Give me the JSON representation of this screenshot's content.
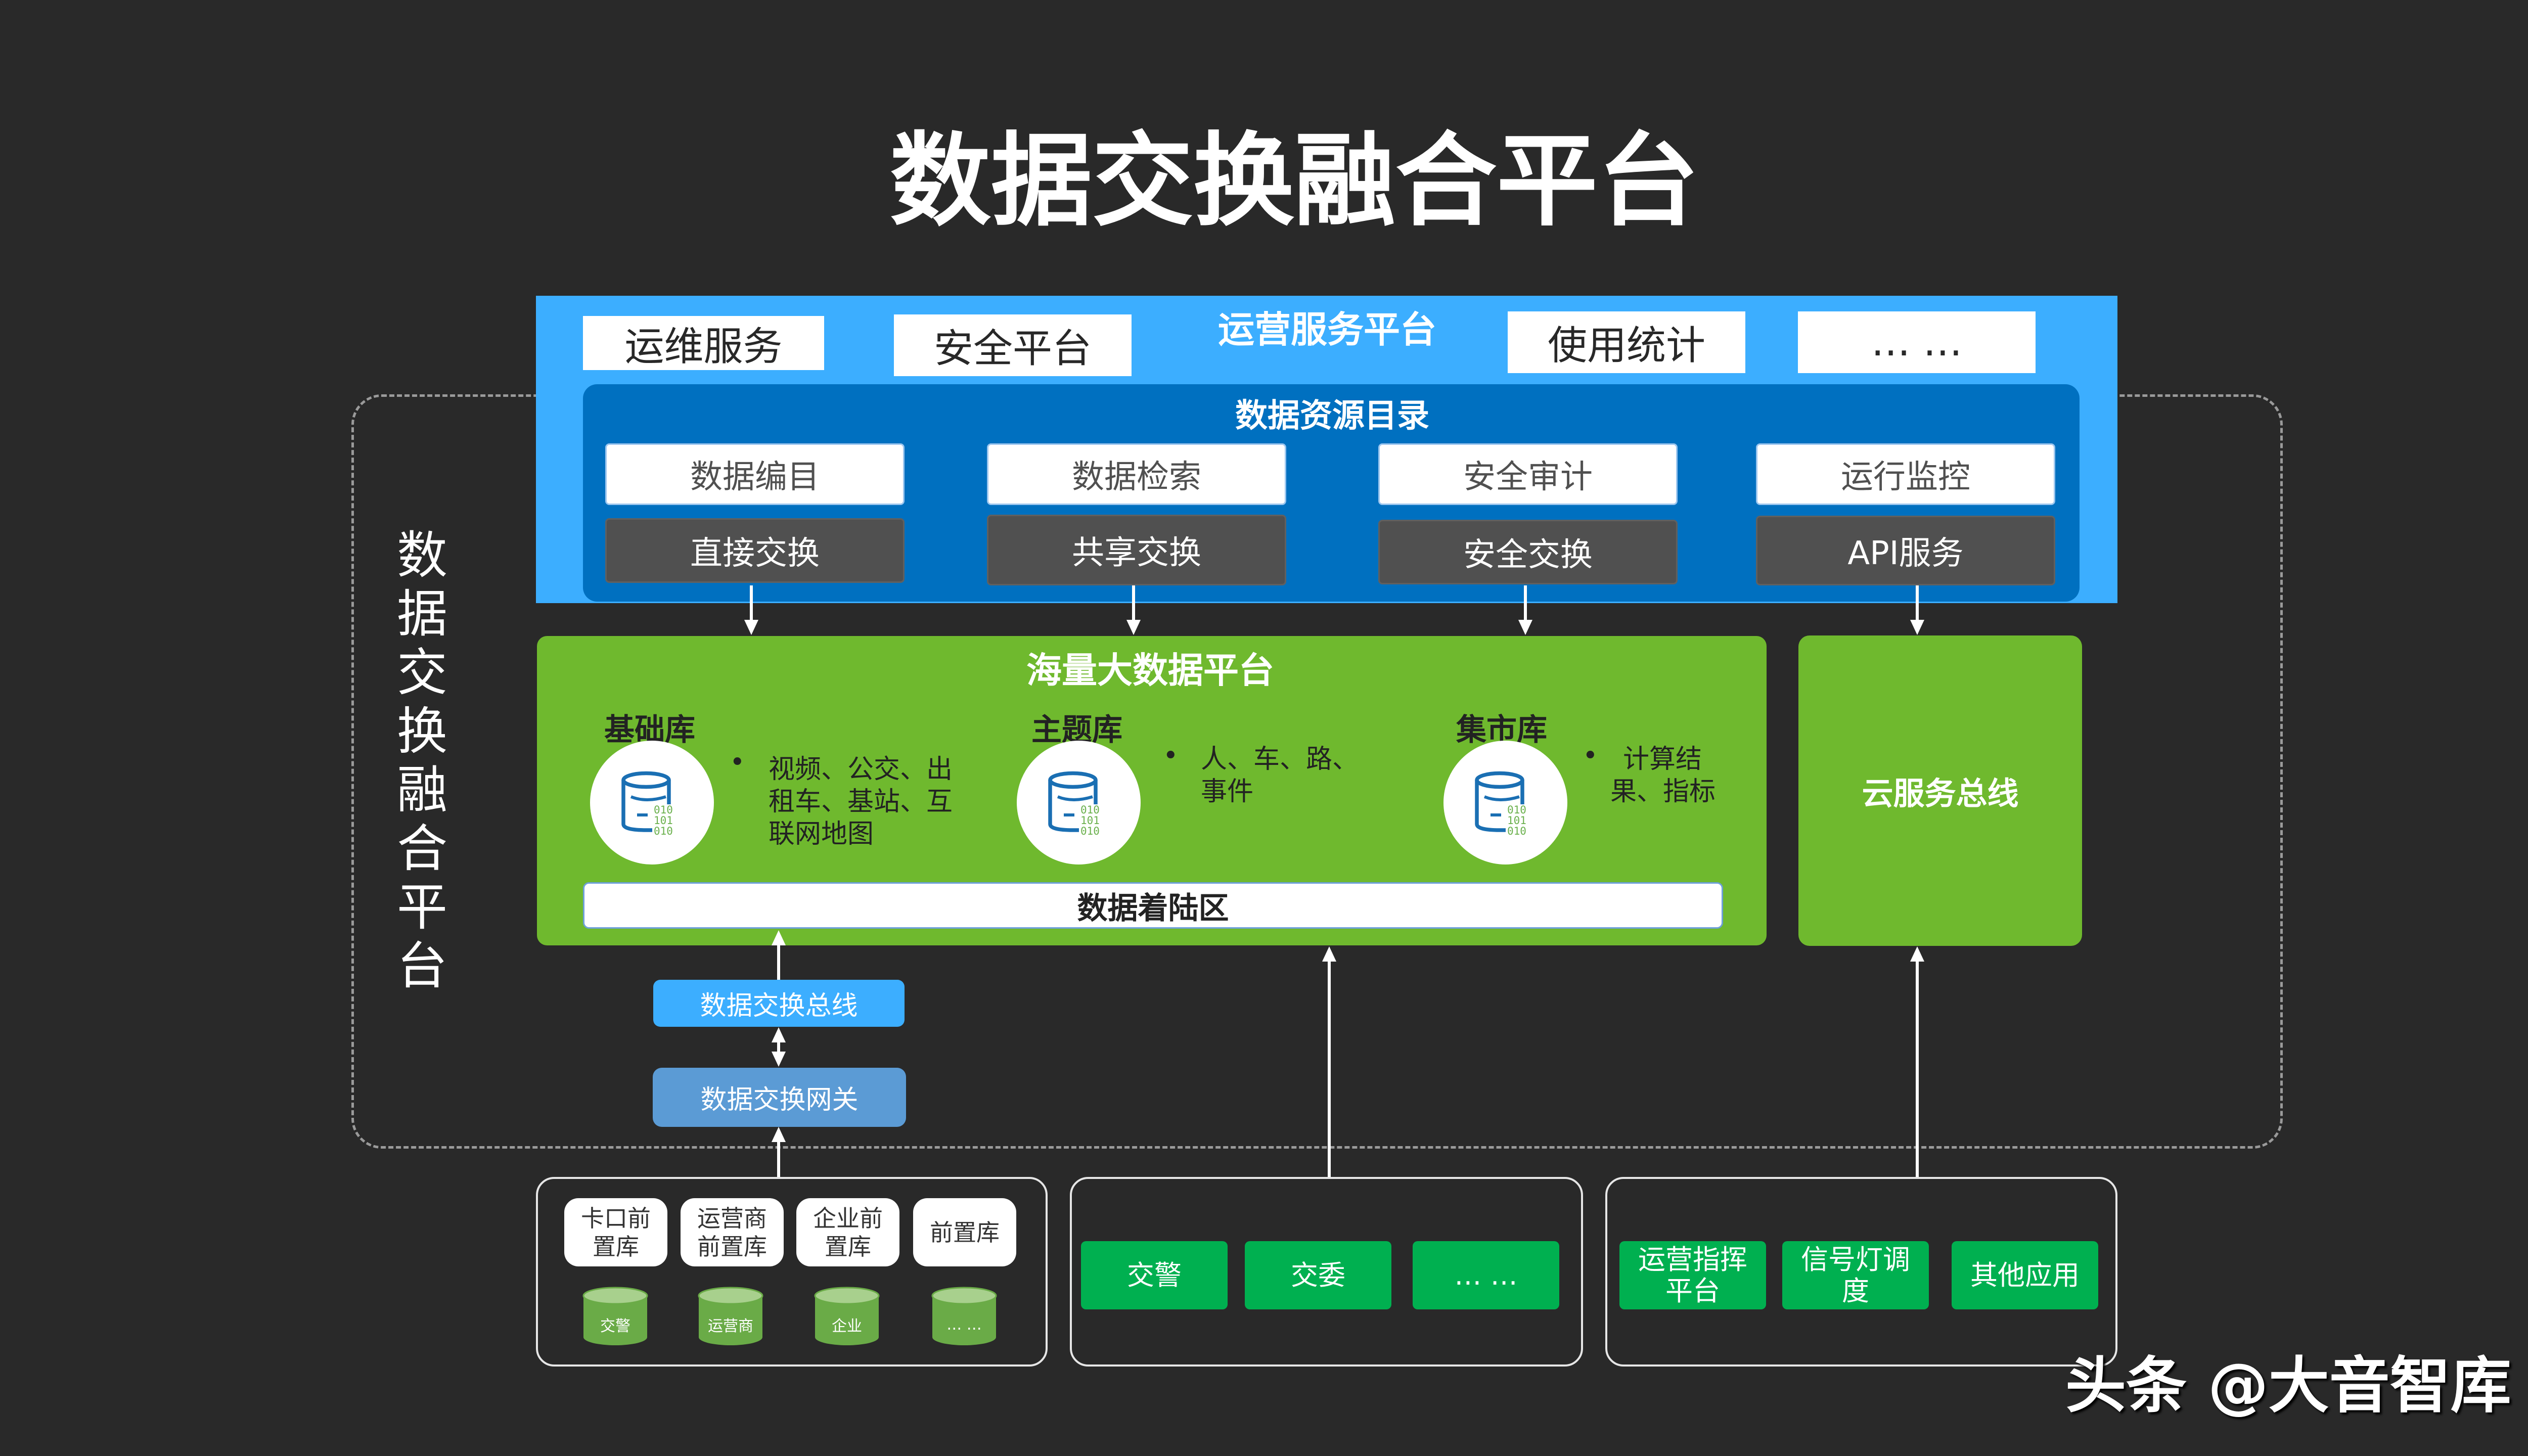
{
  "title": "数据交换融合平台",
  "side_title": [
    "数",
    "据",
    "交",
    "换",
    "融",
    "合",
    "平",
    "台"
  ],
  "ops_platform": {
    "title": "运营服务平台",
    "buttons": [
      "运维服务",
      "安全平台",
      "使用统计",
      "… …"
    ]
  },
  "catalog": {
    "title": "数据资源目录",
    "top_row": [
      "数据编目",
      "数据检索",
      "安全审计",
      "运行监控"
    ],
    "bottom_row": [
      "直接交换",
      "共享交换",
      "安全交换",
      "API服务"
    ]
  },
  "bigdata": {
    "title": "海量大数据平台",
    "libraries": [
      {
        "name": "基础库",
        "desc": [
          "视频、公交、出",
          "租车、基站、互",
          "联网地图"
        ]
      },
      {
        "name": "主题库",
        "desc": [
          "人、车、路、",
          "事件"
        ]
      },
      {
        "name": "集市库",
        "desc": [
          "计算结",
          "果、指标"
        ]
      }
    ],
    "landing": "数据着陆区",
    "db_icon_bits": [
      "010",
      "101",
      "010"
    ]
  },
  "cloud_bus": "云服务总线",
  "exchange_bus": "数据交换总线",
  "exchange_gateway": "数据交换网关",
  "sources": {
    "front_libs": [
      [
        "卡口前",
        "置库"
      ],
      [
        "运营商",
        "前置库"
      ],
      [
        "企业前",
        "置库"
      ],
      [
        "前置库"
      ]
    ],
    "databases": [
      "交警",
      "运营商",
      "企业",
      "… …"
    ]
  },
  "departments": [
    "交警",
    "交委",
    "… …"
  ],
  "applications": [
    [
      "运营指挥",
      "平台"
    ],
    [
      "信号灯调",
      "度"
    ],
    [
      "其他应用"
    ]
  ],
  "watermark": "头条 @大音智库",
  "colors": {
    "background": "#292929",
    "ops_blue": "#3CAEFF",
    "catalog_blue": "#0070C0",
    "platform_green": "#6FB92E",
    "button_green": "#00B050",
    "gateway_blue": "#5B9BD5",
    "dark_button": "#505050"
  }
}
